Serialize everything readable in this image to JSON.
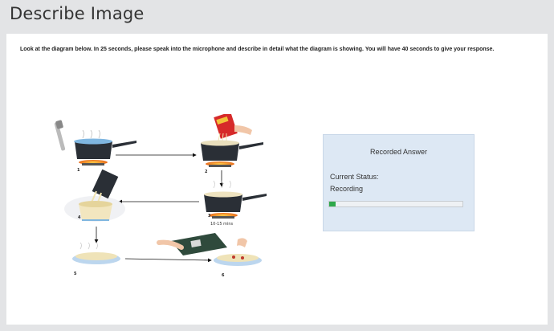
{
  "header": {
    "title": "Describe Image"
  },
  "instructions": "Look at the diagram below. In 25 seconds, please speak into the microphone and describe in detail what the diagram is showing. You will have 40 seconds to give your response.",
  "diagram": {
    "steps": [
      "1",
      "2",
      "3",
      "4",
      "5",
      "6"
    ],
    "time_label": "10-15 mins"
  },
  "recorder": {
    "title": "Recorded Answer",
    "status_label": "Current Status:",
    "status_value": "Recording",
    "progress_percent": 5,
    "progress_color": "#2ea84a"
  }
}
